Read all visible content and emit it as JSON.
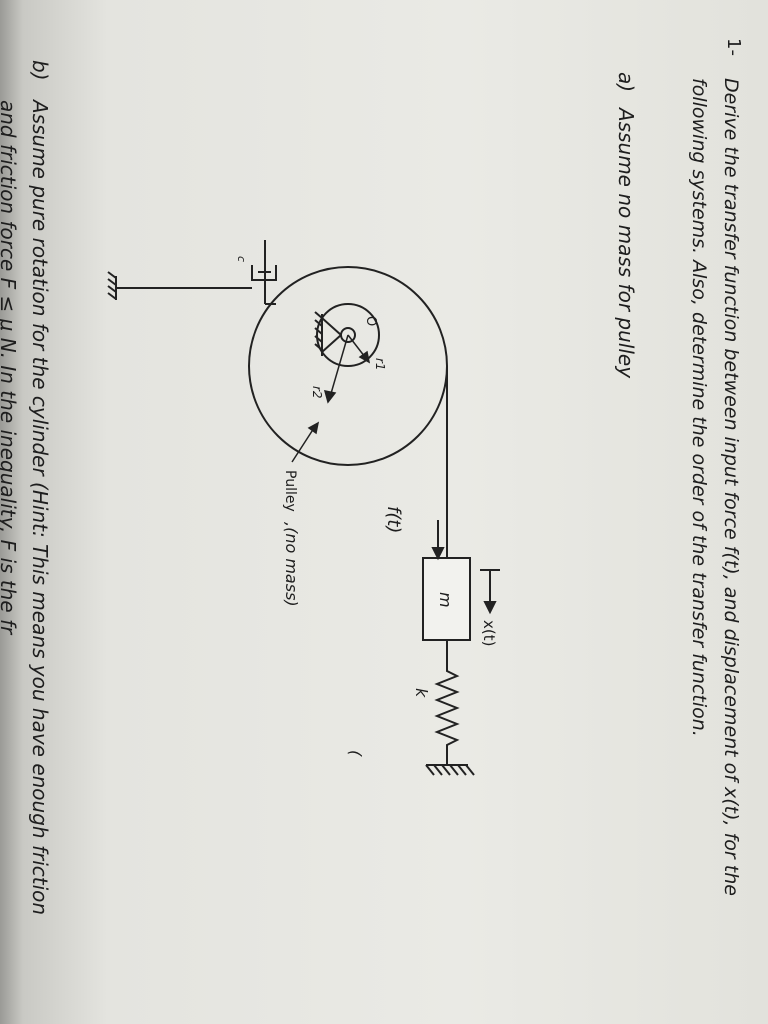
{
  "question": {
    "number": "1-",
    "line1": "Derive the transfer function between input force f(t), and displacement of x(t), for the",
    "line2": "following systems. Also, determine the order of the transfer function."
  },
  "part_a": {
    "label": "a)",
    "text": "Assume no mass for pulley"
  },
  "part_b": {
    "label": "b)",
    "line1": "Assume pure rotation for the cylinder (Hint: This means you have enough friction",
    "line2": "and friction force F",
    "line2_cont": "≤ μ",
    "line2_rest": "N. In the inequality,",
    "line2_var": "F",
    "line2_end": "is the fr"
  },
  "diagram": {
    "mass_label": "m",
    "spring_label": "k",
    "damper_label": "c",
    "displacement_label": "x(t)",
    "force_label": "f(t)",
    "r1_label": "r1",
    "r2_label": "r2",
    "pulley_center": "O",
    "pulley_label_printed": "Pulley",
    "pulley_annotation": ",(no mass)"
  }
}
